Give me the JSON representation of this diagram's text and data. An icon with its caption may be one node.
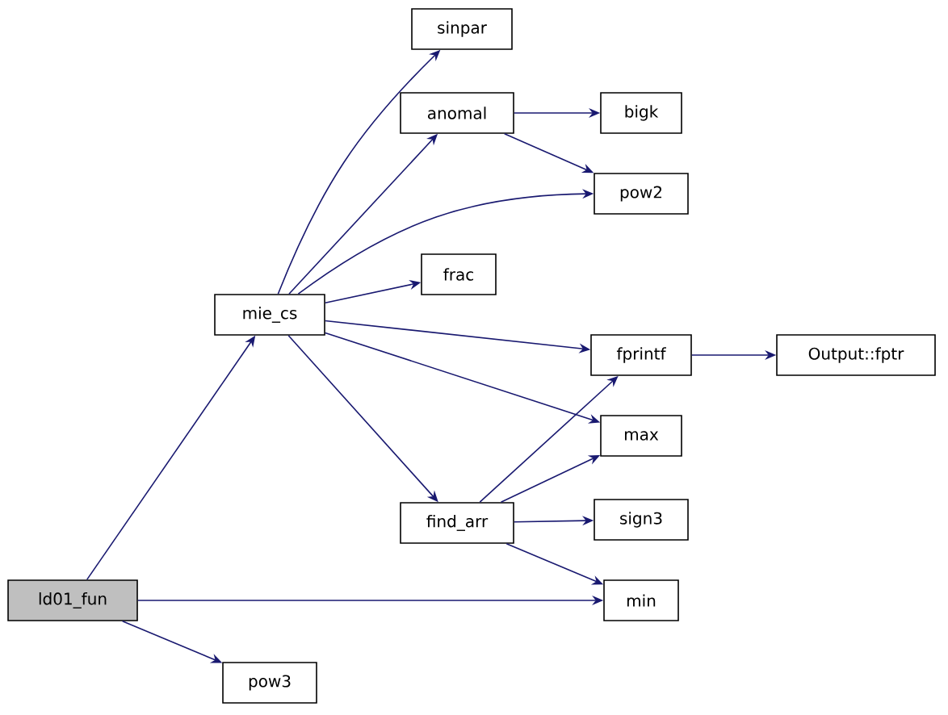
{
  "diagram": {
    "nodes": [
      {
        "text": [
          "ld01_fun"
        ]
      },
      {
        "text": [
          "mie_cs"
        ]
      },
      {
        "text": [
          "pow3"
        ]
      },
      {
        "text": [
          "sinpar"
        ]
      },
      {
        "text": [
          "anomal"
        ]
      },
      {
        "text": [
          "frac"
        ]
      },
      {
        "text": [
          "find_arr"
        ]
      },
      {
        "text": [
          "bigk"
        ]
      },
      {
        "text": [
          "pow2"
        ]
      },
      {
        "text": [
          "fprintf"
        ]
      },
      {
        "text": [
          "max"
        ]
      },
      {
        "text": [
          "sign3"
        ]
      },
      {
        "text": [
          "min"
        ]
      },
      {
        "text": [
          "Output::fptr"
        ]
      }
    ],
    "edges": [
      {
        "from": 0,
        "to": 1,
        "arrow": "to"
      },
      {
        "from": 0,
        "to": 12,
        "arrow": "to"
      },
      {
        "from": 0,
        "to": 2,
        "arrow": "to"
      },
      {
        "from": 1,
        "to": 3,
        "arrow": "to"
      },
      {
        "from": 1,
        "to": 4,
        "arrow": "to"
      },
      {
        "from": 1,
        "to": 8,
        "arrow": "to"
      },
      {
        "from": 1,
        "to": 5,
        "arrow": "to"
      },
      {
        "from": 1,
        "to": 9,
        "arrow": "to"
      },
      {
        "from": 1,
        "to": 10,
        "arrow": "to"
      },
      {
        "from": 1,
        "to": 6,
        "arrow": "to"
      },
      {
        "from": 4,
        "to": 7,
        "arrow": "to"
      },
      {
        "from": 4,
        "to": 8,
        "arrow": "to"
      },
      {
        "from": 6,
        "to": 9,
        "arrow": "to"
      },
      {
        "from": 6,
        "to": 10,
        "arrow": "to"
      },
      {
        "from": 6,
        "to": 11,
        "arrow": "to"
      },
      {
        "from": 6,
        "to": 12,
        "arrow": "to"
      },
      {
        "from": 9,
        "to": 13,
        "arrow": "to"
      }
    ]
  }
}
